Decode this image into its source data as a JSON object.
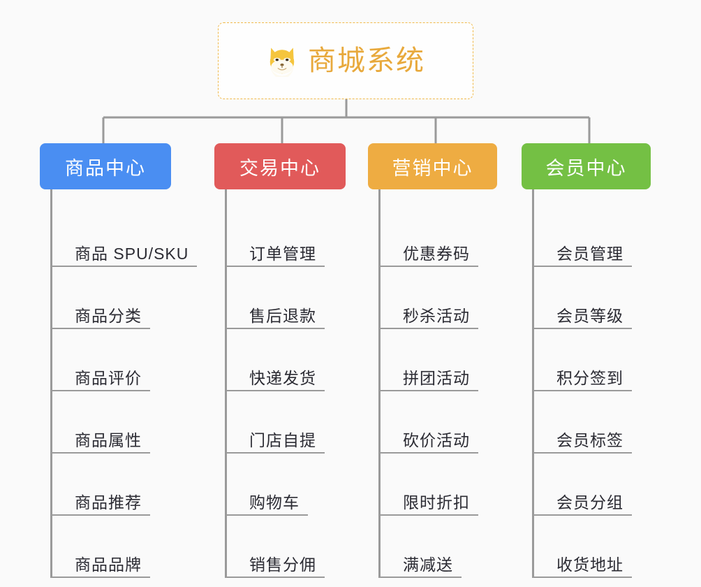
{
  "background_color": "#fafafa",
  "root": {
    "title": "商城系统",
    "icon": "shiba-dog-face-icon",
    "text_color": "#e8a93c",
    "border_color": "#f0b94a"
  },
  "connector_color": "#9a9a9a",
  "columns": [
    {
      "title": "商品中心",
      "color": "#4a8ef2",
      "items": [
        "商品 SPU/SKU",
        "商品分类",
        "商品评价",
        "商品属性",
        "商品推荐",
        "商品品牌"
      ]
    },
    {
      "title": "交易中心",
      "color": "#e15a5a",
      "items": [
        "订单管理",
        "售后退款",
        "快递发货",
        "门店自提",
        "购物车",
        "销售分佣"
      ]
    },
    {
      "title": "营销中心",
      "color": "#eeac42",
      "items": [
        "优惠券码",
        "秒杀活动",
        "拼团活动",
        "砍价活动",
        "限时折扣",
        "满减送"
      ]
    },
    {
      "title": "会员中心",
      "color": "#74c044",
      "items": [
        "会员管理",
        "会员等级",
        "积分签到",
        "会员标签",
        "会员分组",
        "收货地址"
      ]
    }
  ]
}
